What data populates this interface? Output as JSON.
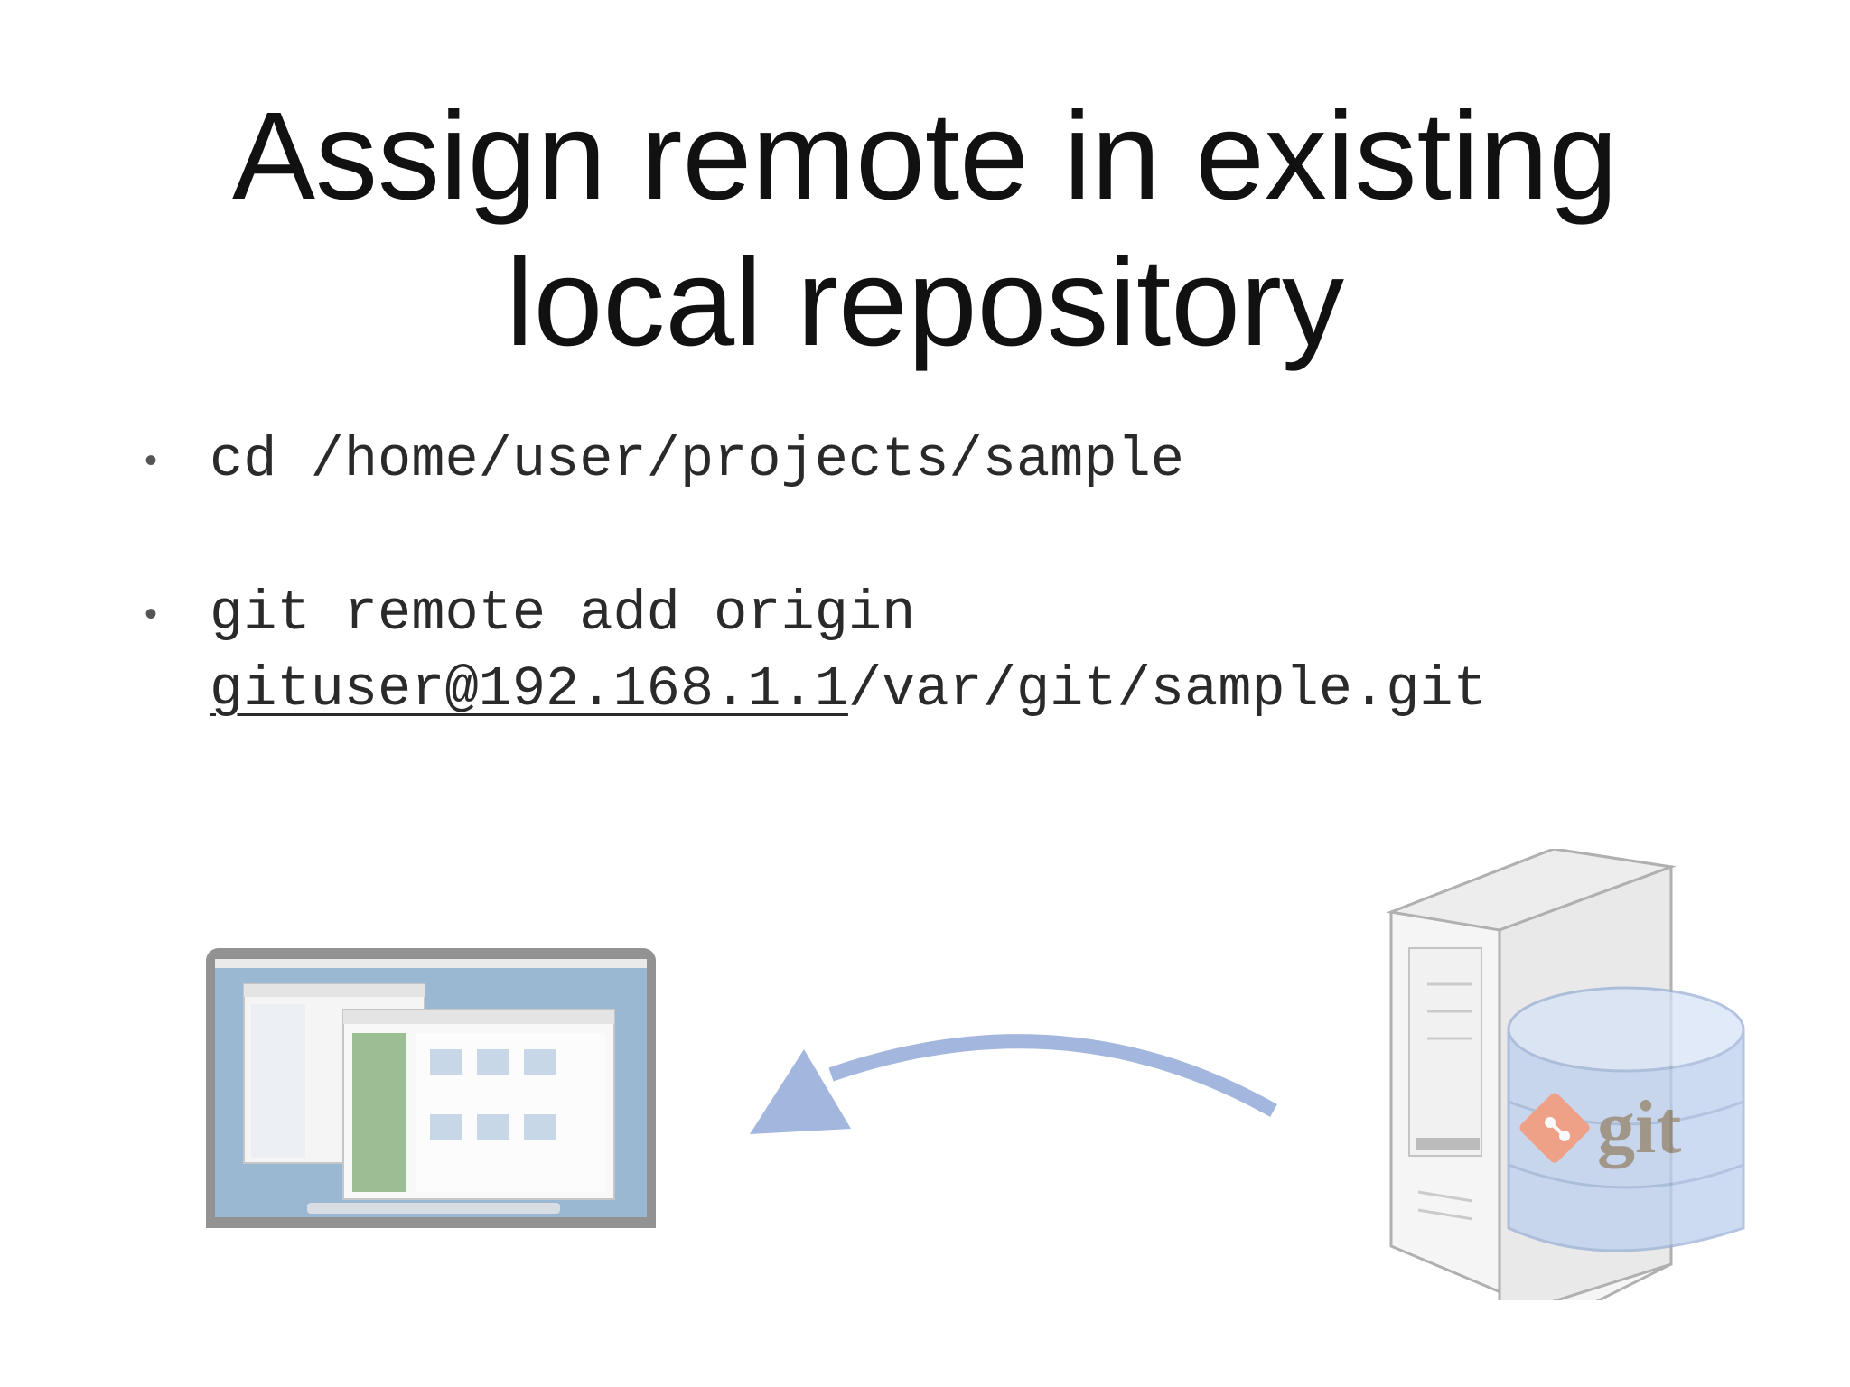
{
  "slide": {
    "title_lines": [
      "Assign remote in existing",
      "local repository"
    ],
    "bullets": [
      {
        "lines": [
          "cd /home/user/projects/sample"
        ]
      },
      {
        "lines": [
          "git remote add origin"
        ],
        "url_link": "gituser@192.168.1.1",
        "url_rest": "/var/git/sample.git"
      }
    ]
  },
  "illustration": {
    "laptop_icon": "laptop-icon",
    "arrow_icon": "curved-arrow-icon",
    "server_icon": "server-icon",
    "database_icon": "database-icon",
    "git_logo_text": "git",
    "colors": {
      "arrow": "#8fa6d4",
      "git_orange": "#f28a68",
      "database_blue": "#a9c1e6"
    }
  }
}
